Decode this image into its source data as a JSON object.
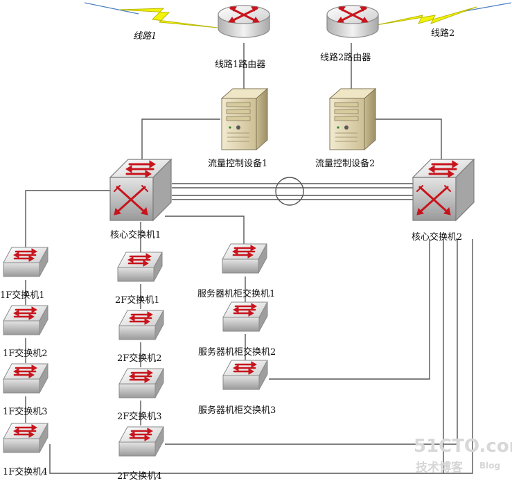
{
  "lines": {
    "line1": "线路1",
    "line2": "线路2"
  },
  "routers": {
    "router1": "线路1路由器",
    "router2": "线路2路由器"
  },
  "flow_devices": {
    "flow1": "流量控制设备1",
    "flow2": "流量控制设备2"
  },
  "core": {
    "core1": "核心交换机1",
    "core2": "核心交换机2"
  },
  "floor1": [
    "1F交换机1",
    "1F交换机2",
    "1F交换机3",
    "1F交换机4"
  ],
  "floor2": [
    "2F交换机1",
    "2F交换机2",
    "2F交换机3",
    "2F交换机4"
  ],
  "server": [
    "服务器机柜交换机1",
    "服务器机柜交换机2",
    "服务器机柜交换机3"
  ],
  "watermark": {
    "site": "51CTO.com",
    "blog_cn": "技术博客",
    "blog_en": "Blog"
  },
  "colors": {
    "arrow_red": "#c8141c",
    "bolt_yellow": "#f2f20a",
    "link_gray": "#555555",
    "server_beige": "#e8dcb8"
  },
  "icons": {
    "router": "router-icon",
    "server": "server-icon",
    "core_switch": "core-switch-icon",
    "access_switch": "switch-icon",
    "wan": "lightning-icon"
  }
}
